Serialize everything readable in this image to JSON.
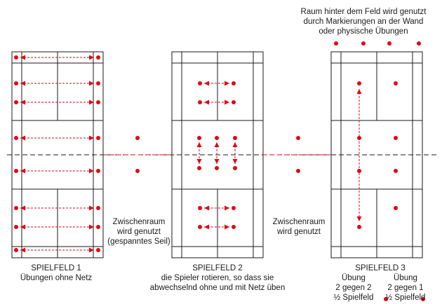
{
  "colors": {
    "accent": "#e30613",
    "line": "#1a1a1a",
    "background": "#ffffff"
  },
  "top_note": [
    "Raum hinter dem Feld wird genutzt",
    "durch Markierungen an der Wand",
    "oder physische Übungen"
  ],
  "gap1_note": [
    "Zwischenraum",
    "wird genutzt",
    "(gespanntes Seil)"
  ],
  "gap2_note": [
    "Zwischenraum",
    "wird genutzt"
  ],
  "court1": {
    "title": "SPIELFELD 1",
    "subtitle": "Übungen ohne Netz"
  },
  "court2": {
    "title": "SPIELFELD 2",
    "line2": "die Spieler rotieren, so dass sie",
    "line3": "abwechselnd ohne und mit Netz üben"
  },
  "court3": {
    "title": "SPIELFELD 3",
    "left": [
      "Übung",
      "2 gegen 2",
      "½ Spielfeld"
    ],
    "right": [
      "Übung",
      "2 gegen 1",
      "½ Spielfeld"
    ]
  }
}
